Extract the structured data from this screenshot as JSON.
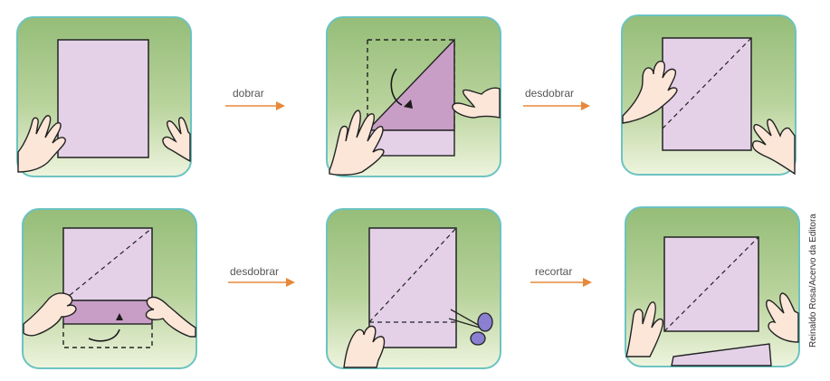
{
  "steps": [
    {
      "label": "dobrar"
    },
    {
      "label": "desdobrar"
    },
    {
      "label": "desdobrar"
    },
    {
      "label": "recortar"
    }
  ],
  "credit": "Reinaldo Rosa/Acervo da Editora",
  "colors": {
    "panel_border": "#6cc3c1",
    "background_top": "#9cc27f",
    "background_bottom": "#e9f1d6",
    "paper": "#e4d1e8",
    "paper_folded": "#c89ec6",
    "skin": "#fbe6d8",
    "arrow": "#e7893a",
    "scissors": "#8a7fd1"
  }
}
